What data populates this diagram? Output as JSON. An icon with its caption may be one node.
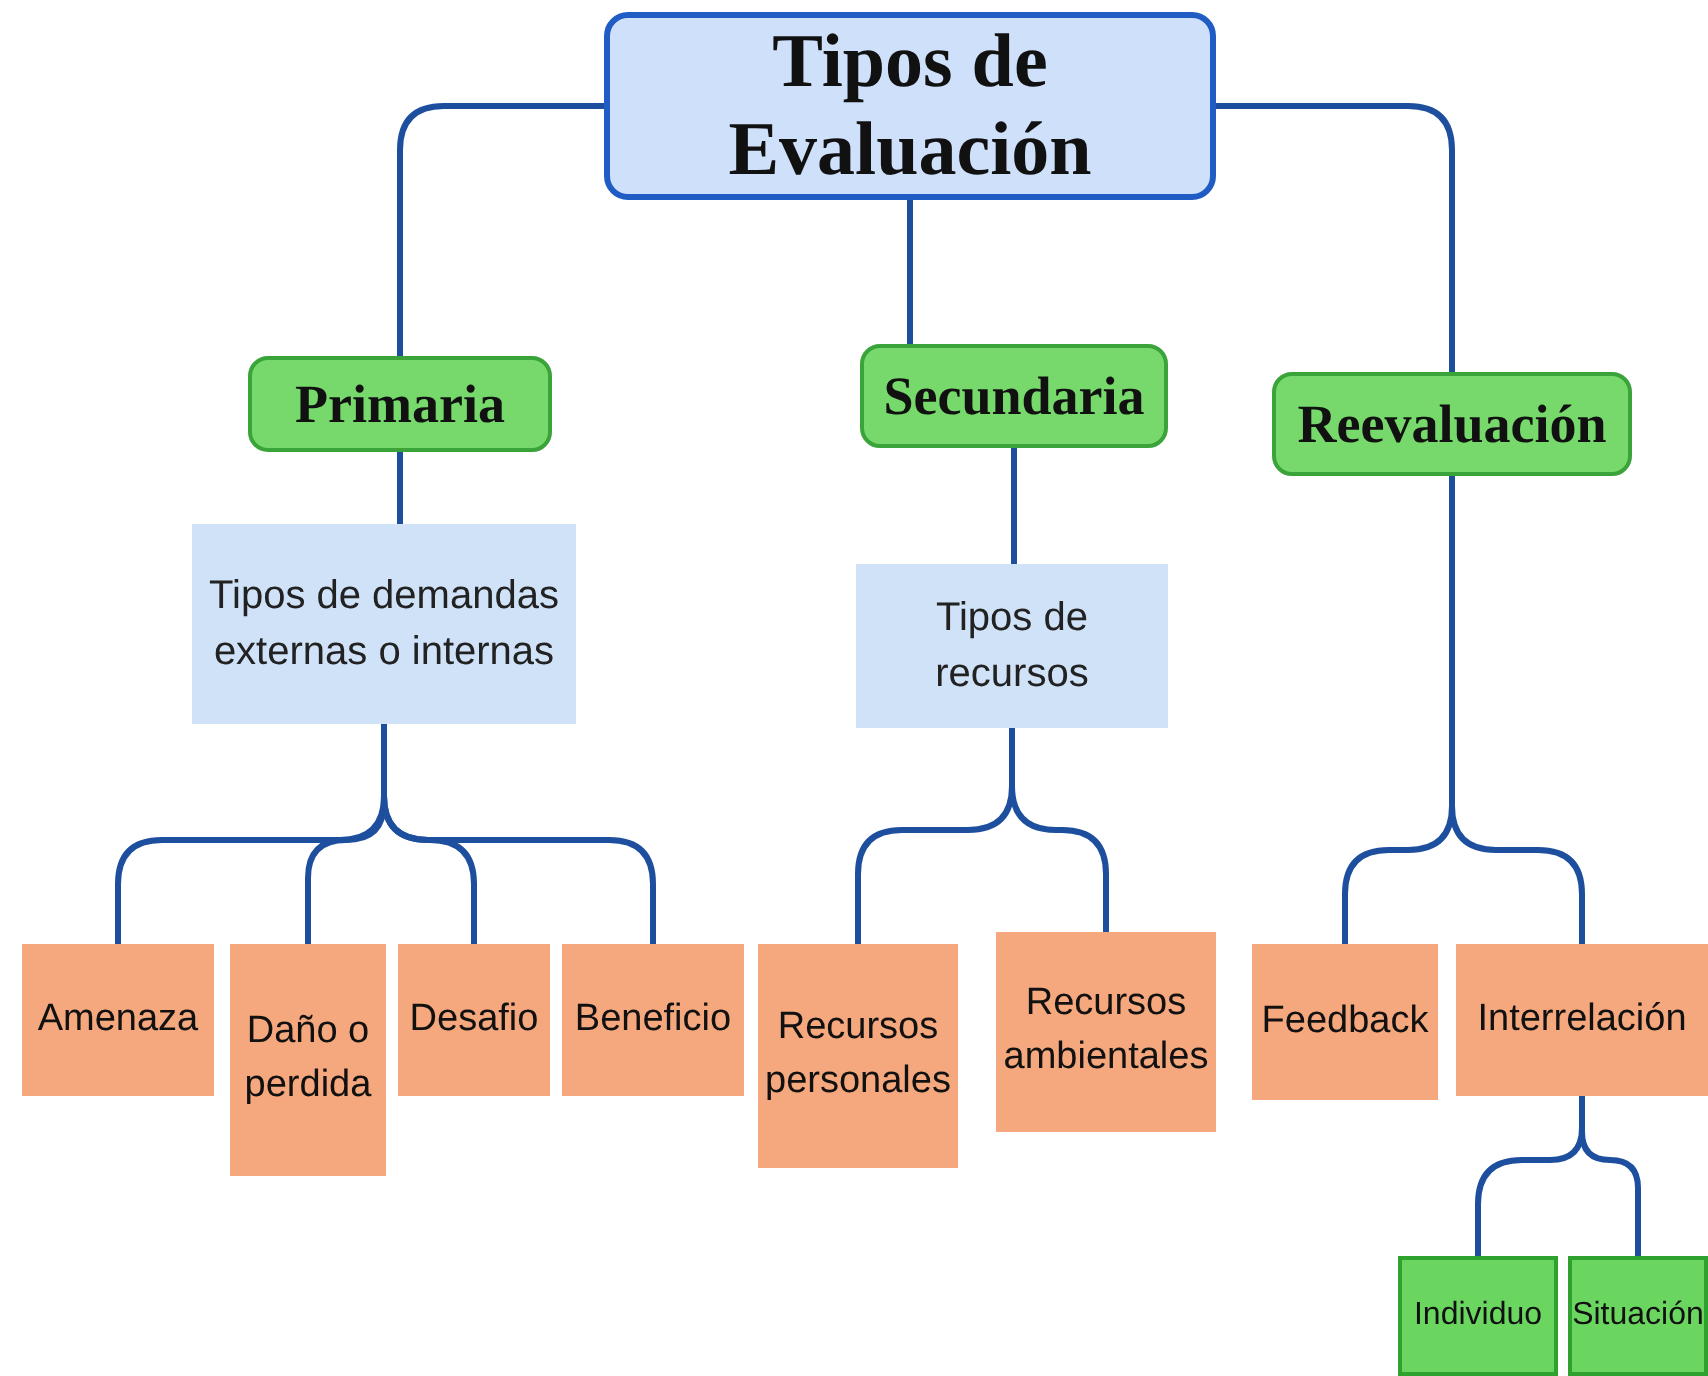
{
  "diagram": {
    "nodes": [
      {
        "text": [
          "Tipos de Evaluación"
        ]
      },
      {
        "text": [
          "Primaria"
        ]
      },
      {
        "text": [
          "Secundaria"
        ]
      },
      {
        "text": [
          "Reevaluación"
        ]
      },
      {
        "text": [
          "Tipos de demandas externas o internas"
        ]
      },
      {
        "text": [
          "Tipos de recursos"
        ]
      },
      {
        "text": [
          "Amenaza"
        ]
      },
      {
        "text": [
          "Daño o perdida"
        ]
      },
      {
        "text": [
          "Desafio"
        ]
      },
      {
        "text": [
          "Beneficio"
        ]
      },
      {
        "text": [
          "Recursos personales"
        ]
      },
      {
        "text": [
          "Recursos ambientales"
        ]
      },
      {
        "text": [
          "Feedback"
        ]
      },
      {
        "text": [
          "Interrelación"
        ]
      },
      {
        "text": [
          "Individuo"
        ]
      },
      {
        "text": [
          "Situación"
        ]
      }
    ],
    "edges": [
      {
        "from": 0,
        "to": 1,
        "arrow": "none"
      },
      {
        "from": 0,
        "to": 2,
        "arrow": "none"
      },
      {
        "from": 0,
        "to": 3,
        "arrow": "none"
      },
      {
        "from": 1,
        "to": 4,
        "arrow": "none"
      },
      {
        "from": 2,
        "to": 5,
        "arrow": "none"
      },
      {
        "from": 4,
        "to": 6,
        "arrow": "none"
      },
      {
        "from": 4,
        "to": 7,
        "arrow": "none"
      },
      {
        "from": 4,
        "to": 8,
        "arrow": "none"
      },
      {
        "from": 4,
        "to": 9,
        "arrow": "none"
      },
      {
        "from": 5,
        "to": 10,
        "arrow": "none"
      },
      {
        "from": 5,
        "to": 11,
        "arrow": "none"
      },
      {
        "from": 3,
        "to": 12,
        "arrow": "none"
      },
      {
        "from": 3,
        "to": 13,
        "arrow": "none"
      },
      {
        "from": 13,
        "to": 14,
        "arrow": "none"
      },
      {
        "from": 13,
        "to": 15,
        "arrow": "none"
      }
    ]
  }
}
